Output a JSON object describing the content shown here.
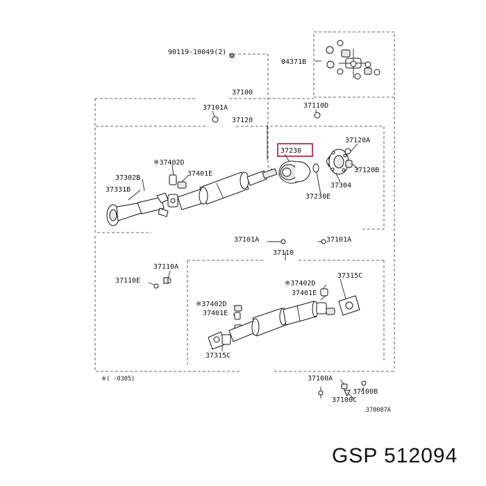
{
  "labels": {
    "l_90119": "90119-10049(2)",
    "l_04371b": "04371B",
    "l_37100": "37100",
    "l_37101a_top": "37101A",
    "l_37110d": "37110D",
    "l_37120": "37120",
    "l_37230": "37230",
    "l_37120a": "37120A",
    "l_37120b": "37120B",
    "l_37304": "37304",
    "l_37230e": "37230E",
    "l_37402d_top": "※37402D",
    "l_37401e_top": "37401E",
    "l_37302b": "37302B",
    "l_37331b": "37331B",
    "l_37101a_mid_l": "37101A",
    "l_37101a_mid_r": "37101A",
    "l_37110": "37110",
    "l_37110a": "37110A",
    "l_37110e": "37110E",
    "l_37315c_r": "37315C",
    "l_37402d_mid": "※37402D",
    "l_37401e_mid": "37401E",
    "l_37402d_low": "※37402D",
    "l_37401e_low": "37401E",
    "l_37315c_low": "37315C",
    "l_note": "※(    -0305)",
    "l_37100a": "37100A",
    "l_37100b": "37100B",
    "l_37100c": "37100C",
    "l_code": "370087A"
  },
  "brand": "GSP 512094",
  "highlight_color": "#b0122b"
}
